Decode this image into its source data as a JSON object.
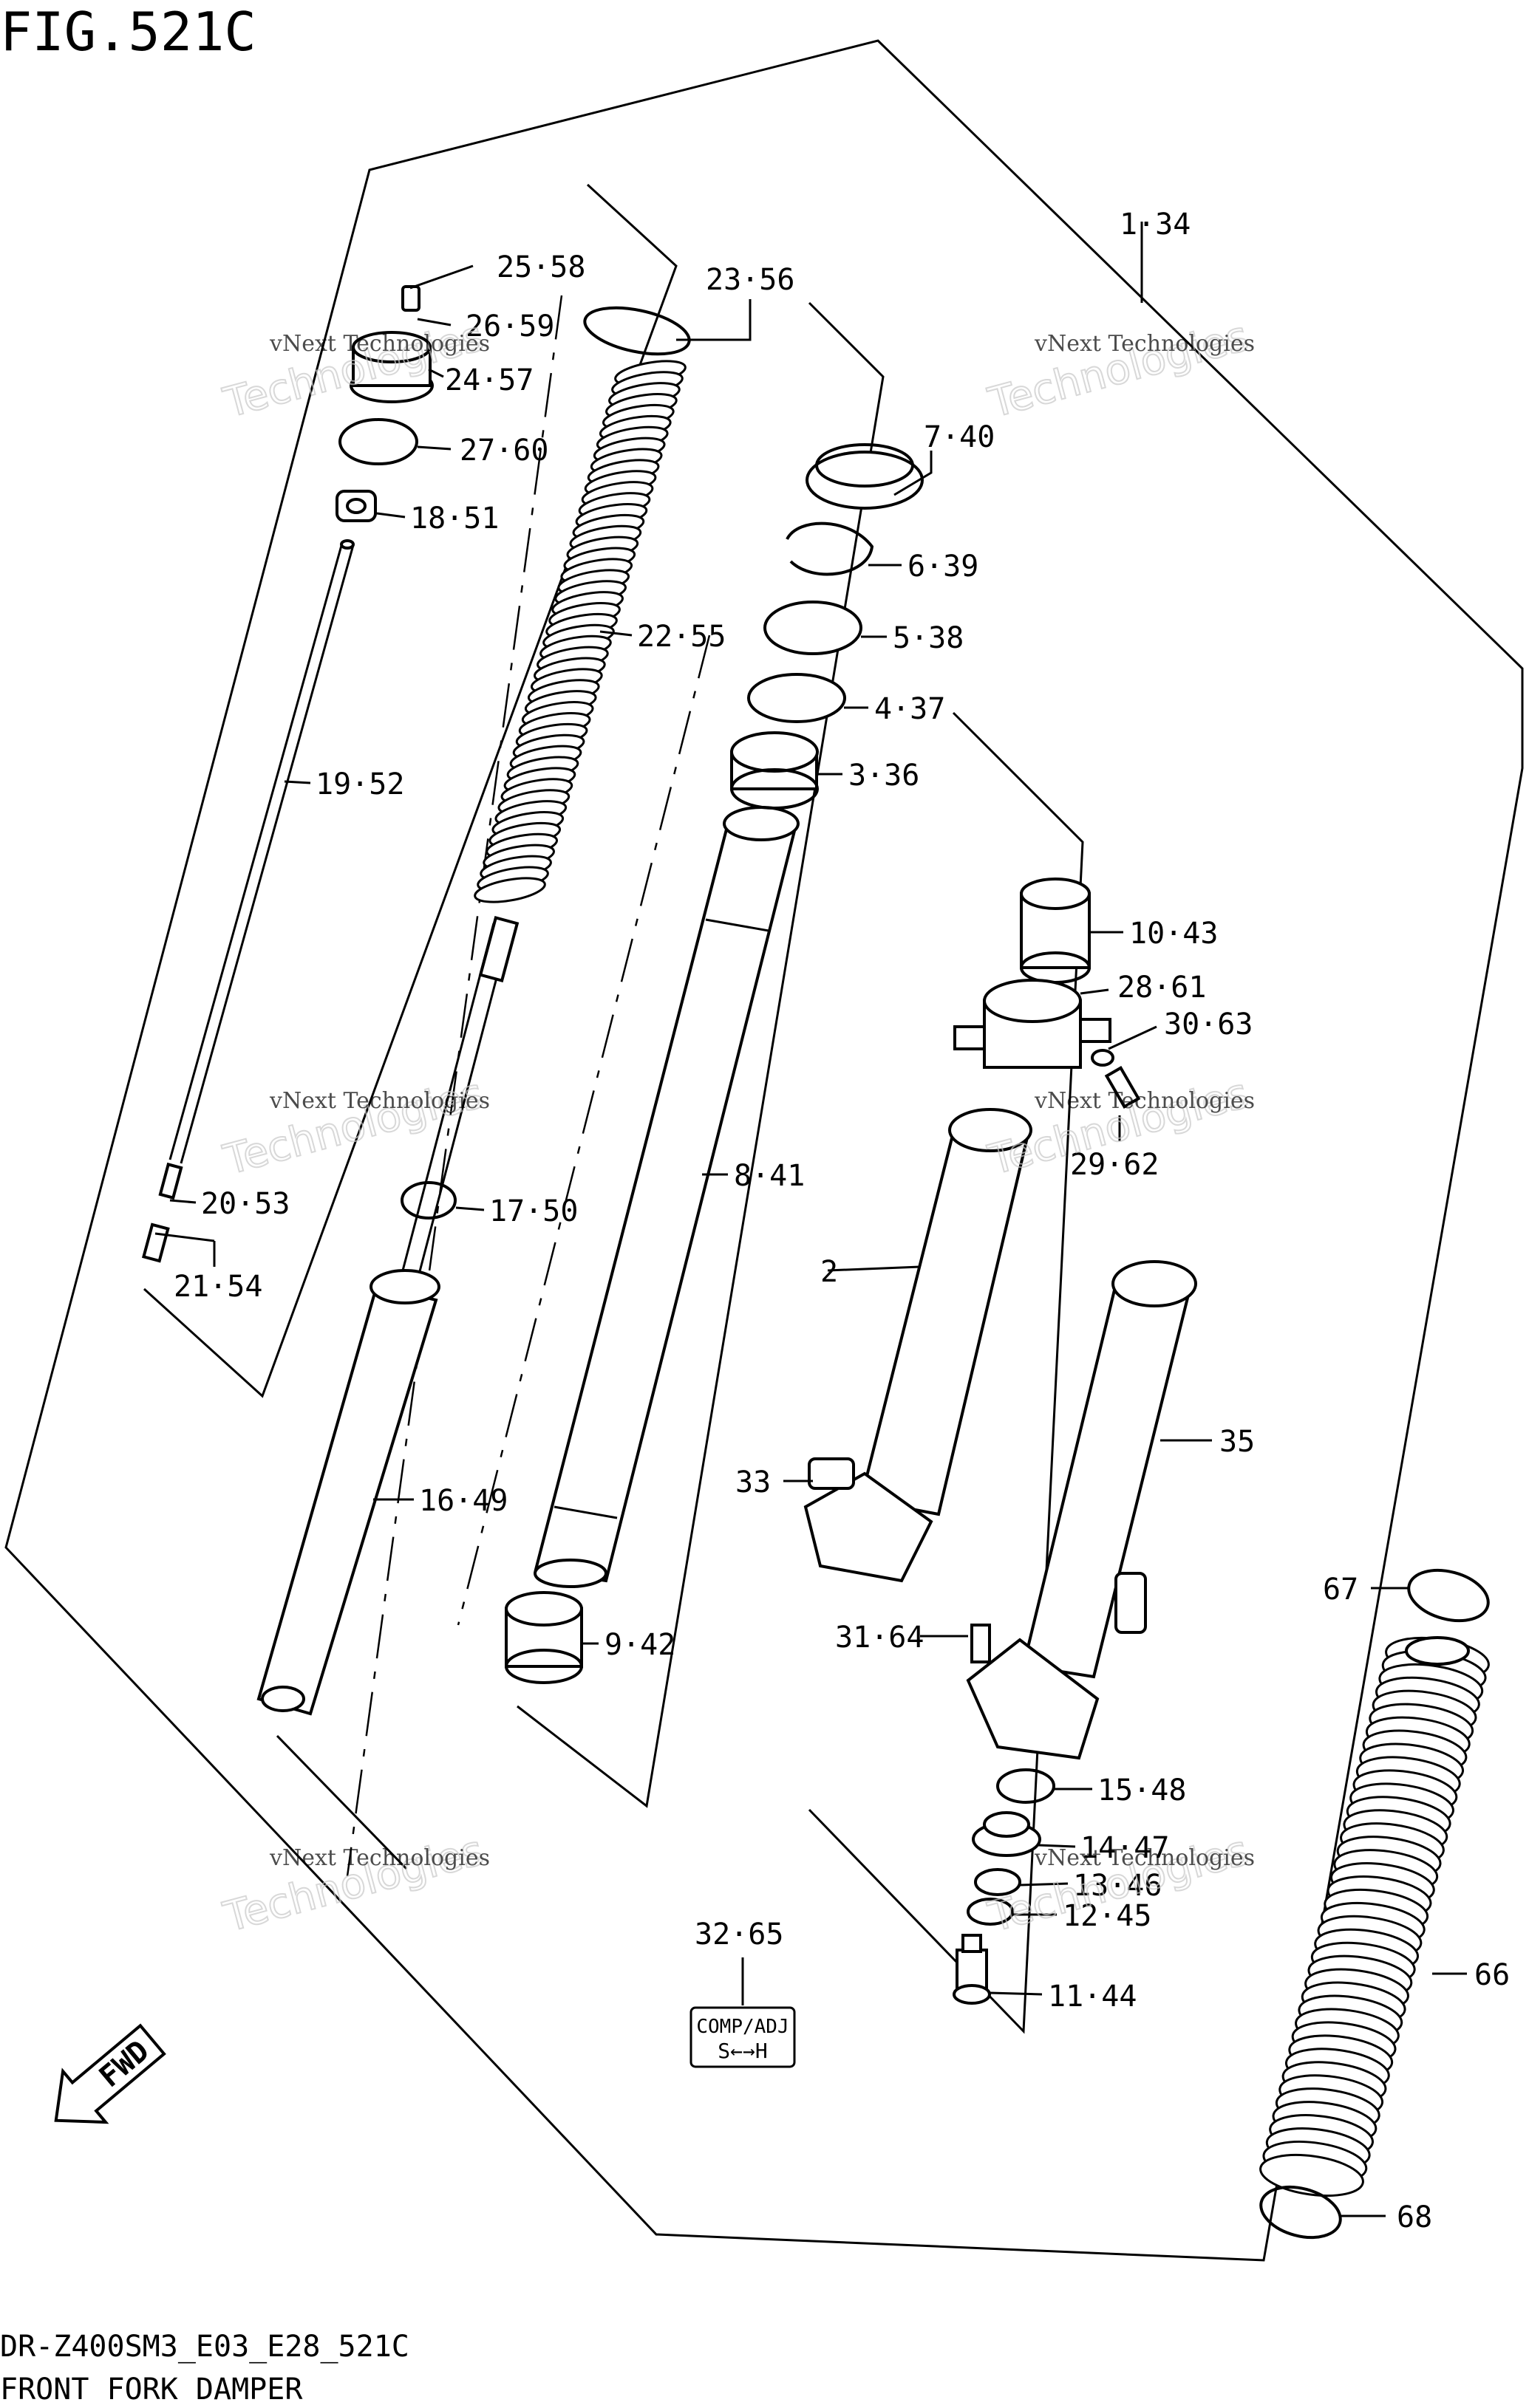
{
  "figure_title": "FIG.521C",
  "footer": {
    "model_code": "DR-Z400SM3_E03_E28_521C",
    "section_name": "FRONT FORK DAMPER"
  },
  "watermark": {
    "company": "vNext Technologies",
    "big_text": "Technologies"
  },
  "badge": {
    "line1": "COMP/ADJ",
    "line2": "S←→H"
  },
  "fwd_label": "FWD",
  "callouts": [
    {
      "id": "c1",
      "text": "1·34"
    },
    {
      "id": "c2",
      "text": "2"
    },
    {
      "id": "c3",
      "text": "3·36"
    },
    {
      "id": "c4",
      "text": "4·37"
    },
    {
      "id": "c5",
      "text": "5·38"
    },
    {
      "id": "c6",
      "text": "6·39"
    },
    {
      "id": "c7",
      "text": "7·40"
    },
    {
      "id": "c8",
      "text": "8·41"
    },
    {
      "id": "c9",
      "text": "9·42"
    },
    {
      "id": "c10",
      "text": "10·43"
    },
    {
      "id": "c11",
      "text": "11·44"
    },
    {
      "id": "c12",
      "text": "12·45"
    },
    {
      "id": "c13",
      "text": "13·46"
    },
    {
      "id": "c14",
      "text": "14·47"
    },
    {
      "id": "c15",
      "text": "15·48"
    },
    {
      "id": "c16",
      "text": "16·49"
    },
    {
      "id": "c17",
      "text": "17·50"
    },
    {
      "id": "c18",
      "text": "18·51"
    },
    {
      "id": "c19",
      "text": "19·52"
    },
    {
      "id": "c20",
      "text": "20·53"
    },
    {
      "id": "c21",
      "text": "21·54"
    },
    {
      "id": "c22",
      "text": "22·55"
    },
    {
      "id": "c23",
      "text": "23·56"
    },
    {
      "id": "c24",
      "text": "24·57"
    },
    {
      "id": "c25",
      "text": "25·58"
    },
    {
      "id": "c26",
      "text": "26·59"
    },
    {
      "id": "c27",
      "text": "27·60"
    },
    {
      "id": "c28",
      "text": "28·61"
    },
    {
      "id": "c29",
      "text": "29·62"
    },
    {
      "id": "c30",
      "text": "30·63"
    },
    {
      "id": "c31",
      "text": "31·64"
    },
    {
      "id": "c32",
      "text": "32·65"
    },
    {
      "id": "c33",
      "text": "33"
    },
    {
      "id": "c35",
      "text": "35"
    },
    {
      "id": "c66",
      "text": "66"
    },
    {
      "id": "c67",
      "text": "67"
    },
    {
      "id": "c68",
      "text": "68"
    }
  ]
}
